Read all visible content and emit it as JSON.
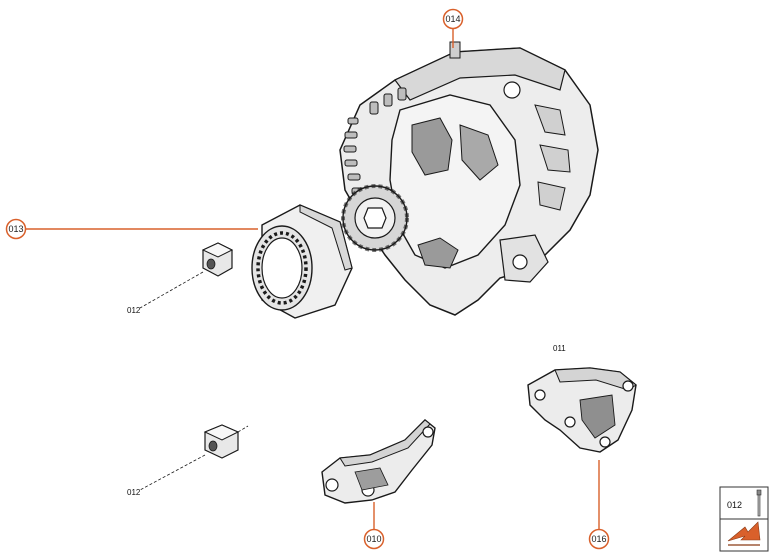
{
  "callouts": {
    "c014": "014",
    "c013": "013",
    "c010": "010",
    "c016": "016"
  },
  "labels": {
    "l012_top": "012",
    "l012_bottom": "012",
    "l011": "011"
  },
  "legend": {
    "part_label": "012"
  },
  "colors": {
    "accent": "#d9602b",
    "line": "#1a1a1a",
    "part_fill": "#ececec",
    "part_shade": "#c8c8c8"
  }
}
